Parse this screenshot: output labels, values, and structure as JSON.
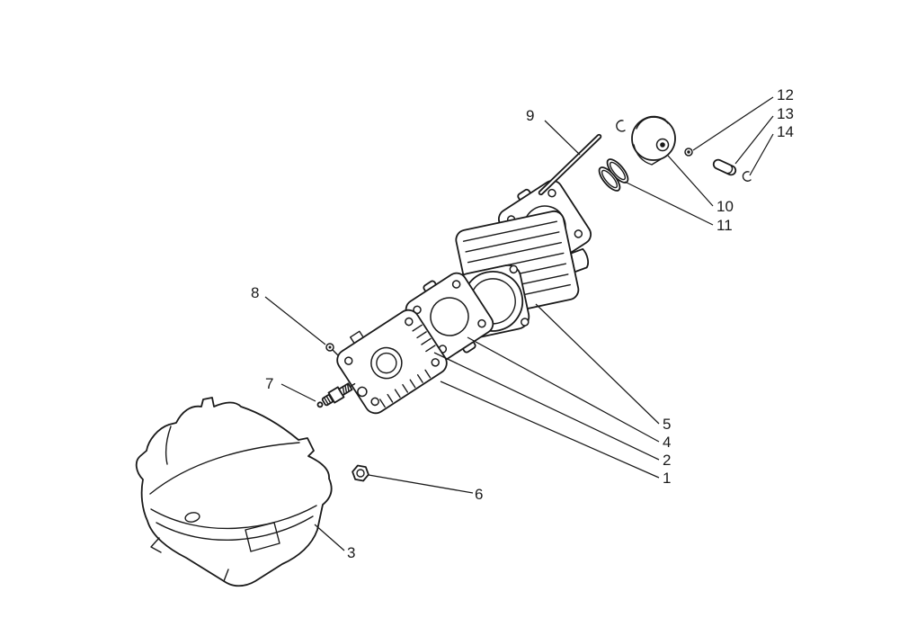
{
  "colors": {
    "background": "#ffffff",
    "ink": "#1a1a1a"
  },
  "diagram": {
    "callouts": [
      {
        "number": "1"
      },
      {
        "number": "2"
      },
      {
        "number": "3"
      },
      {
        "number": "4"
      },
      {
        "number": "5"
      },
      {
        "number": "6"
      },
      {
        "number": "7"
      },
      {
        "number": "8"
      },
      {
        "number": "9"
      },
      {
        "number": "10"
      },
      {
        "number": "11"
      },
      {
        "number": "12"
      },
      {
        "number": "13"
      },
      {
        "number": "14"
      }
    ]
  }
}
